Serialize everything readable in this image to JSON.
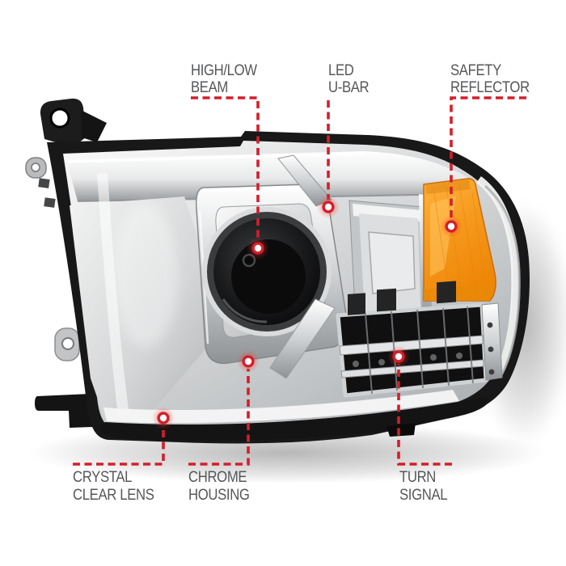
{
  "figure": {
    "subject": "chrome projector truck headlight, annotated product diagram",
    "background": "#ffffff"
  },
  "colors": {
    "accent_red": "#d31f2b",
    "label_gray": "#55575a",
    "amber_reflector": "#f6991d",
    "chrome_light": "#f2f3f4",
    "housing_black": "#161616"
  },
  "callouts": [
    {
      "id": "high-low-beam",
      "line1": "HIGH/LOW",
      "line2": "BEAM",
      "target": "projector-lens"
    },
    {
      "id": "led-u-bar",
      "line1": "LED",
      "line2": "U-BAR",
      "target": "u-bar-tube"
    },
    {
      "id": "safety-reflector",
      "line1": "SAFETY",
      "line2": "REFLECTOR",
      "target": "amber-reflector"
    },
    {
      "id": "crystal-clear-lens",
      "line1": "CRYSTAL",
      "line2": "CLEAR LENS",
      "target": "clear-lens-bottom"
    },
    {
      "id": "chrome-housing",
      "line1": "CHROME",
      "line2": "HOUSING",
      "target": "chrome-housing-bar"
    },
    {
      "id": "turn-signal",
      "line1": "TURN",
      "line2": "SIGNAL",
      "target": "turn-signal-grid"
    }
  ]
}
